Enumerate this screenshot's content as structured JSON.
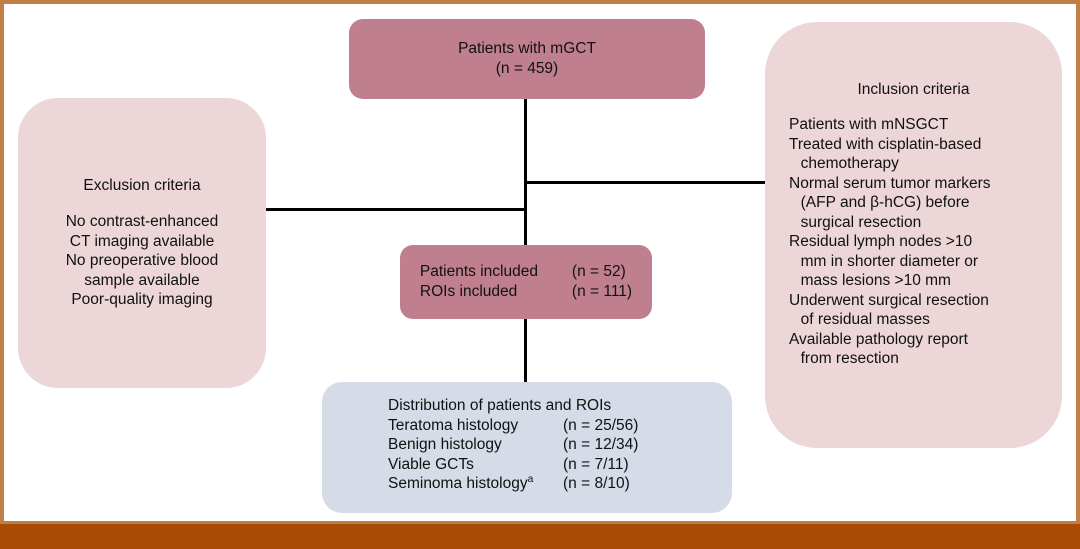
{
  "figure": {
    "title": "Patient selection flowchart for mGCT study",
    "colors": {
      "node_dark_pink": "#bf7f8e",
      "node_light_pink": "#ecd6d7",
      "node_blue": "#d5dce8",
      "frame_line": "#c07f46",
      "frame_band": "#a84b05",
      "connector": "#000000",
      "text": "#111111"
    }
  },
  "nodes": {
    "cohort": {
      "line1": "Patients with mGCT",
      "line2": "(n = 459)"
    },
    "exclusion": {
      "heading": "Exclusion criteria",
      "items": [
        "No contrast-enhanced",
        "CT imaging available",
        "No preoperative blood",
        "sample available",
        "Poor-quality imaging"
      ]
    },
    "inclusion": {
      "heading": "Inclusion criteria",
      "items": [
        {
          "main": "Patients with mNSGCT",
          "cont": []
        },
        {
          "main": "Treated with cisplatin-based",
          "cont": [
            "chemotherapy"
          ]
        },
        {
          "main": "Normal serum tumor markers",
          "cont": [
            "(AFP and β-hCG) before",
            "surgical resection"
          ]
        },
        {
          "main": "Residual lymph nodes >10",
          "cont": [
            "mm in shorter diameter or",
            "mass lesions >10 mm"
          ]
        },
        {
          "main": "Underwent surgical resection",
          "cont": [
            "of residual masses"
          ]
        },
        {
          "main": "Available pathology report",
          "cont": [
            "from resection"
          ]
        }
      ]
    },
    "included": {
      "rows": [
        {
          "label": "Patients included",
          "count": "(n = 52)"
        },
        {
          "label": "ROIs included",
          "count": "(n = 111)"
        }
      ]
    },
    "distribution": {
      "title": "Distribution of patients and ROIs",
      "rows": [
        {
          "label": "Teratoma histology",
          "count": "(n =  25/56)",
          "superscript": ""
        },
        {
          "label": "Benign histology",
          "count": "(n = 12/34)",
          "superscript": ""
        },
        {
          "label": "Viable GCTs",
          "count": "(n = 7/11)",
          "superscript": ""
        },
        {
          "label": "Seminoma histology",
          "count": "(n = 8/10)",
          "superscript": "a"
        }
      ]
    }
  }
}
